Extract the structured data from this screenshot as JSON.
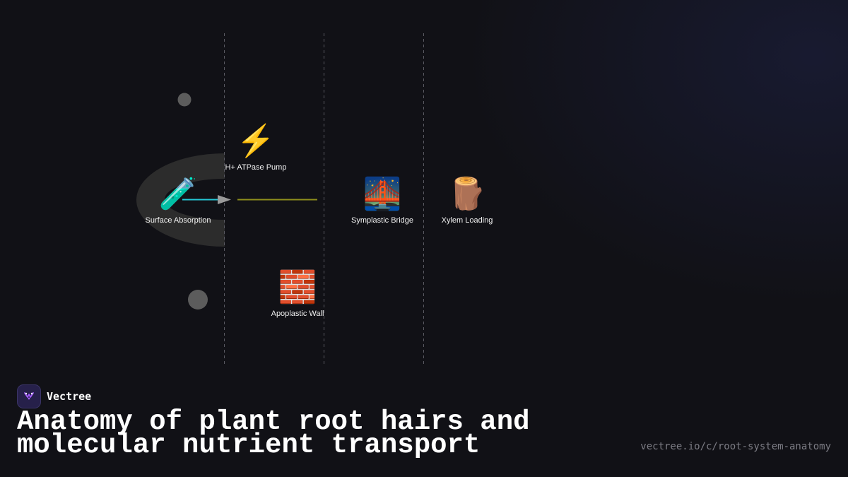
{
  "diagram": {
    "nodes": [
      {
        "id": "surface_absorption",
        "icon": "test-tube",
        "emoji": "🧪",
        "label": "Surface Absorption"
      },
      {
        "id": "h_atpase_pump",
        "icon": "lightning",
        "emoji": "⚡",
        "label": "H+ ATPase Pump"
      },
      {
        "id": "symplastic_bridge",
        "icon": "bridge-at-night",
        "emoji": "🌉",
        "label": "Symplastic Bridge"
      },
      {
        "id": "xylem_loading",
        "icon": "wood-log",
        "emoji": "🪵",
        "label": "Xylem Loading"
      },
      {
        "id": "apoplastic_wall",
        "icon": "brick-wall",
        "emoji": "🧱",
        "label": "Apoplastic Wall"
      }
    ],
    "colors": {
      "cyan_link": "#25c8d6",
      "olive_link": "#8f8f1c",
      "arrow_head": "#9a9a9a",
      "divider": "#5a5a62",
      "particle": "#5c5c5c",
      "ring": "#2c2c2c"
    }
  },
  "brand": {
    "name": "Vectree",
    "logo_icon": "vectree-logo"
  },
  "title": "Anatomy of plant root hairs and molecular nutrient transport",
  "url": "vectree.io/c/root-system-anatomy"
}
